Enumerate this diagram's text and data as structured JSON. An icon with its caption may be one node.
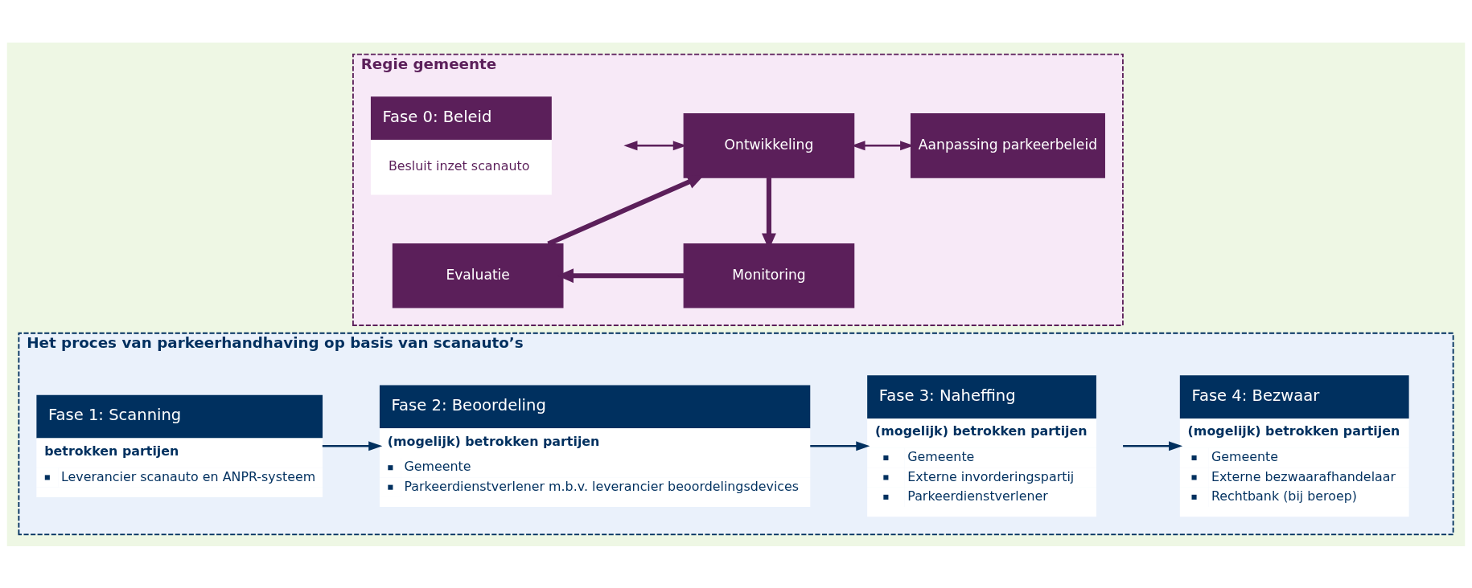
{
  "diagram": {
    "nodes": [
      {
        "text": [
          "Regie gemeente"
        ]
      },
      {
        "text": [
          "Fase 0: Beleid",
          "Besluit inzet scanauto"
        ],
        "in": 0
      },
      {
        "text": [
          "Ontwikkeling"
        ],
        "in": 0
      },
      {
        "text": [
          "Aanpassing parkeerbeleid"
        ],
        "in": 0
      },
      {
        "text": [
          "Evaluatie"
        ],
        "in": 0
      },
      {
        "text": [
          "Monitoring"
        ],
        "in": 0
      },
      {
        "text": [
          "Het proces van parkeerhandhaving op basis van scanauto’s"
        ]
      },
      {
        "text": [
          "Fase 1: Scanning",
          "betrokken partijen",
          "Leverancier scanauto en ANPR-systeem"
        ],
        "in": 6
      },
      {
        "text": [
          "Fase 2: Beoordeling",
          "(mogelijk) betrokken partijen",
          "Gemeente",
          "Parkeerdienstverlener m.b.v. leverancier beoordelingsdevices"
        ],
        "in": 6
      },
      {
        "text": [
          "Fase 3: Naheffing",
          "(mogelijk) betrokken partijen",
          "Gemeente",
          "Externe invorderingspartij",
          "Parkeerdienstverlener"
        ],
        "in": 6
      },
      {
        "text": [
          "Fase 4: Bezwaar",
          "(mogelijk) betrokken partijen",
          "Gemeente",
          "Externe bezwaarafhandelaar",
          "Rechtbank (bij beroep)"
        ],
        "in": 6
      }
    ],
    "edges": [
      {
        "from": 1,
        "to": 2,
        "arrow": "both"
      },
      {
        "from": 2,
        "to": 3,
        "arrow": "both"
      },
      {
        "from": 2,
        "to": 5,
        "arrow": "to",
        "style": "thick"
      },
      {
        "from": 5,
        "to": 4,
        "arrow": "to",
        "style": "thick"
      },
      {
        "from": 4,
        "to": 2,
        "arrow": "to",
        "style": "thick"
      },
      {
        "from": 7,
        "to": 8,
        "arrow": "to",
        "color": "#00305f"
      },
      {
        "from": 8,
        "to": 9,
        "arrow": "to",
        "color": "#00305f"
      },
      {
        "from": 9,
        "to": 10,
        "arrow": "to",
        "color": "#00305f"
      }
    ]
  }
}
